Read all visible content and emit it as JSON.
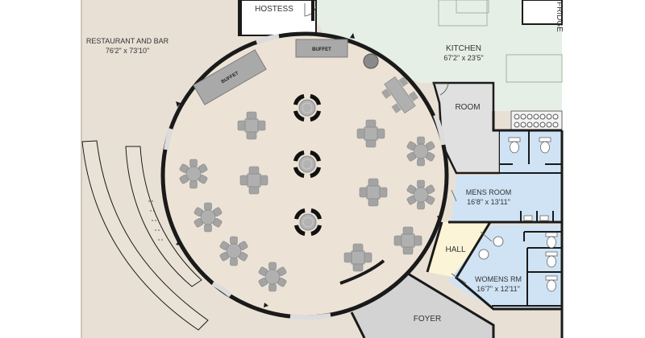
{
  "colors": {
    "exterior": "#e9e0d5",
    "floor": "#ece3d6",
    "kitchen": "#e6efe6",
    "restroom": "#cfe3f4",
    "hall": "#fbf4d6",
    "foyer": "#d3d3d3",
    "gray_room": "#e0e0e0",
    "wall": "#1a1a1a",
    "furniture": "#a9a9a9"
  },
  "rooms": {
    "restaurant": {
      "name": "RESTAURANT AND BAR",
      "size": "76'2\" x 73'10\""
    },
    "kitchen": {
      "name": "KITCHEN",
      "size": "67'2\" x 23'5\""
    },
    "hostess": {
      "name": "HOSTESS"
    },
    "room": {
      "name": "ROOM"
    },
    "mens": {
      "name": "MENS ROOM",
      "size": "16'8\" x 13'11\""
    },
    "womens": {
      "name": "WOMENS RM",
      "size": "16'7\" x 12'11\""
    },
    "hall": {
      "name": "HALL"
    },
    "foyer": {
      "name": "FOYER"
    },
    "fridge": {
      "name": "FRIDGE"
    }
  },
  "furniture": {
    "buffet_left": "BUFFET",
    "buffet_top": "BUFFET"
  },
  "icons": [
    "round-table-icon",
    "cross-table-icon",
    "star-table-icon",
    "toilet-icon",
    "sink-icon",
    "door-swing-icon"
  ]
}
